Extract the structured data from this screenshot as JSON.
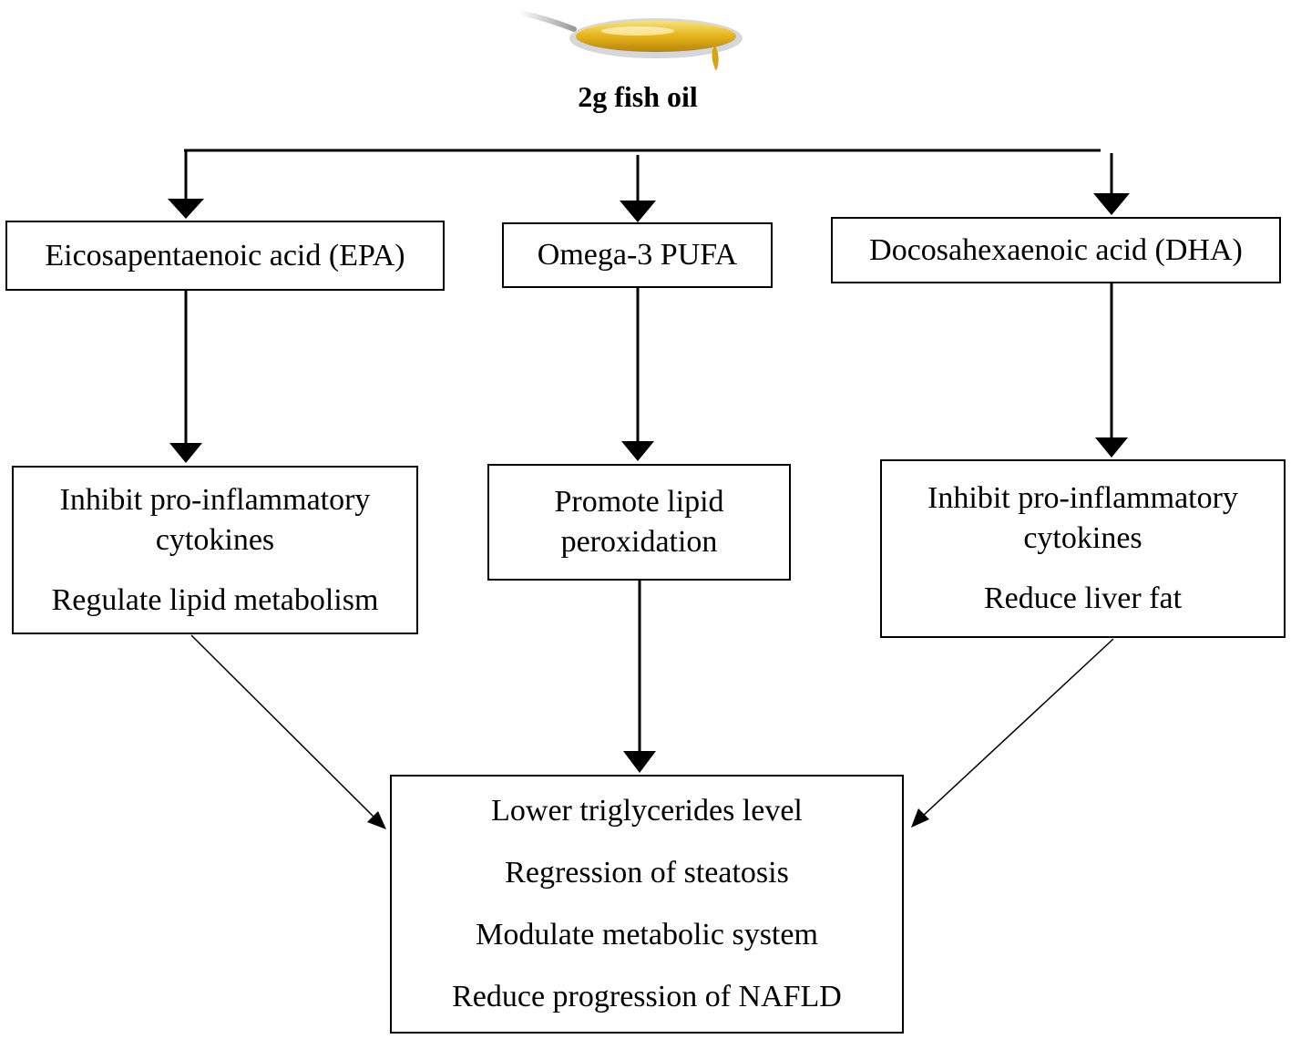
{
  "source": {
    "label": "2g fish oil",
    "icon": "fish-oil-spoon-icon"
  },
  "components": [
    {
      "id": "epa",
      "label": "Eicosapentaenoic acid (EPA)"
    },
    {
      "id": "omega3",
      "label": "Omega-3 PUFA"
    },
    {
      "id": "dha",
      "label": "Docosahexaenoic acid (DHA)"
    }
  ],
  "effects": {
    "epa": [
      "Inhibit pro-inflammatory",
      "cytokines",
      "Regulate lipid metabolism"
    ],
    "omega3": [
      "Promote lipid",
      "peroxidation"
    ],
    "dha": [
      "Inhibit pro-inflammatory",
      "cytokines",
      "Reduce liver fat"
    ]
  },
  "outcomes": [
    "Lower triglycerides level",
    "Regression of steatosis",
    "Modulate metabolic system",
    "Reduce progression of NAFLD"
  ],
  "colors": {
    "line": "#000000",
    "oil": "#e8b820"
  }
}
